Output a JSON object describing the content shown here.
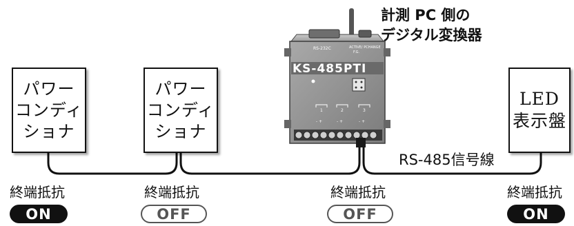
{
  "devices": {
    "conditioner_left": [
      "パワー",
      "コンディ",
      "ショナ"
    ],
    "conditioner_right": [
      "パワー",
      "コンディ",
      "ショナ"
    ],
    "led_display": [
      "LED",
      "表示盤"
    ]
  },
  "converter": {
    "caption_line1": "計測 PC 側の",
    "caption_line2": "デジタル変換器",
    "model": "KS-485PTI",
    "port_label": "RS-232C",
    "switch_label": "ACTIVE/ PCHANGE",
    "switch_sub": "F.G.",
    "terminal_labels": [
      "1",
      "2",
      "3"
    ],
    "terminal_marks": "-  +"
  },
  "signal_line_label": "RS-485信号線",
  "terminations": [
    {
      "label": "終端抵抗",
      "state": "ON"
    },
    {
      "label": "終端抵抗",
      "state": "OFF"
    },
    {
      "label": "終端抵抗",
      "state": "OFF"
    },
    {
      "label": "終端抵抗",
      "state": "ON"
    }
  ],
  "colors": {
    "on_fill": "#111111",
    "off_border": "#555555",
    "device_body": "#8a8a8a"
  }
}
